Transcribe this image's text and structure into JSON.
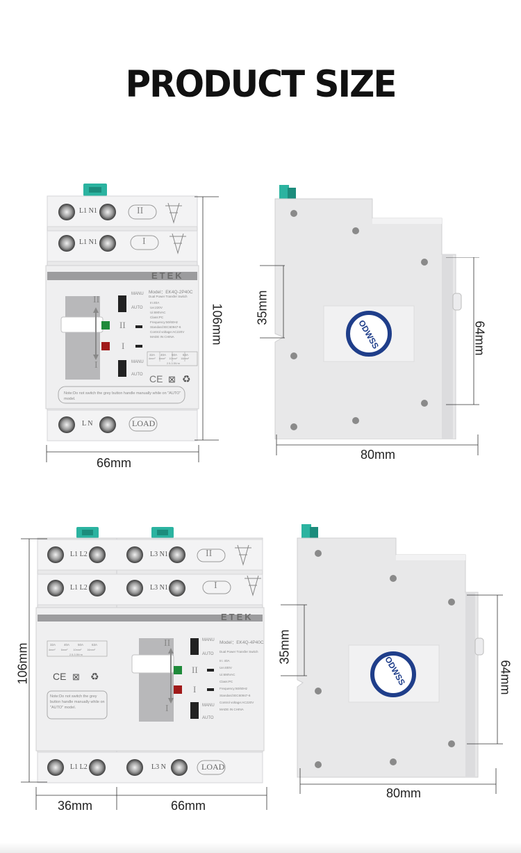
{
  "title": "PRODUCT SIZE",
  "top_front": {
    "dims": {
      "width": "66mm",
      "height": "106mm"
    },
    "brand": "ETEK",
    "model": "Model：EK4Q-2P40C",
    "subtitle": "Dual Power Transfer Switch",
    "specs": [
      "In:40A",
      "Ue:220V",
      "Ui:690VAC",
      "Class:PC",
      "Frequency:50/60Hz",
      "Standard:IEC60947-6",
      "Control voltage:AC220V",
      "MADE IN CHINA"
    ],
    "ratings": [
      "32A",
      "40A",
      "50A",
      "63A"
    ],
    "wires": [
      "4mm²",
      "6mm²",
      "10mm²",
      "16mm²"
    ],
    "torque": "2.5-3.5N·m",
    "terminal_top1": "L1 N1",
    "terminal_top2": "L1 N1",
    "terminal_bottom": "L N",
    "badge_ii": "II",
    "badge_i": "I",
    "badge_load": "LOAD",
    "manu": "MANU",
    "auto": "AUTO",
    "ii": "II",
    "i": "I",
    "note": "Note:Do not switch the grey button handle manually while on \"AUTO\" model."
  },
  "top_side": {
    "dims": {
      "height": "35mm",
      "depth": "80mm",
      "rail": "64mm"
    },
    "label": "ODWSS"
  },
  "bottom_front": {
    "dims": {
      "height": "106mm",
      "width_left": "36mm",
      "width_right": "66mm"
    },
    "brand": "ETEK",
    "model": "Model：EK4Q-4P40C",
    "subtitle": "Dual Power Transfer Switch",
    "specs": [
      "In: 40A",
      "Ue:400V",
      "Ui:690VAC",
      "Class:PC",
      "Frequency:50/60Hz",
      "Standard:IEC60947-6",
      "Control voltage:AC220V",
      "MADE IN CHINA"
    ],
    "ratings": [
      "32A",
      "40A",
      "50A",
      "63A"
    ],
    "wires": [
      "4mm²",
      "6mm²",
      "10mm²",
      "16mm²"
    ],
    "torque": "2.5-3.5N·m",
    "terminal_left_top1": "L1 L2",
    "terminal_left_top2": "L1 L2",
    "terminal_left_bottom": "L1 L2",
    "terminal_right_top1": "L3 N1",
    "terminal_right_top2": "L3 N1",
    "terminal_right_bottom": "L3 N",
    "badge_ii": "II",
    "badge_i": "I",
    "badge_load": "LOAD",
    "manu": "MANU",
    "auto": "AUTO",
    "ii": "II",
    "i": "I",
    "note": "Note:Do not switch the grey button handle manually while on \"AUTO\" model."
  },
  "bottom_side": {
    "dims": {
      "height": "35mm",
      "depth": "80mm",
      "rail": "64mm"
    },
    "label": "ODWSS"
  }
}
